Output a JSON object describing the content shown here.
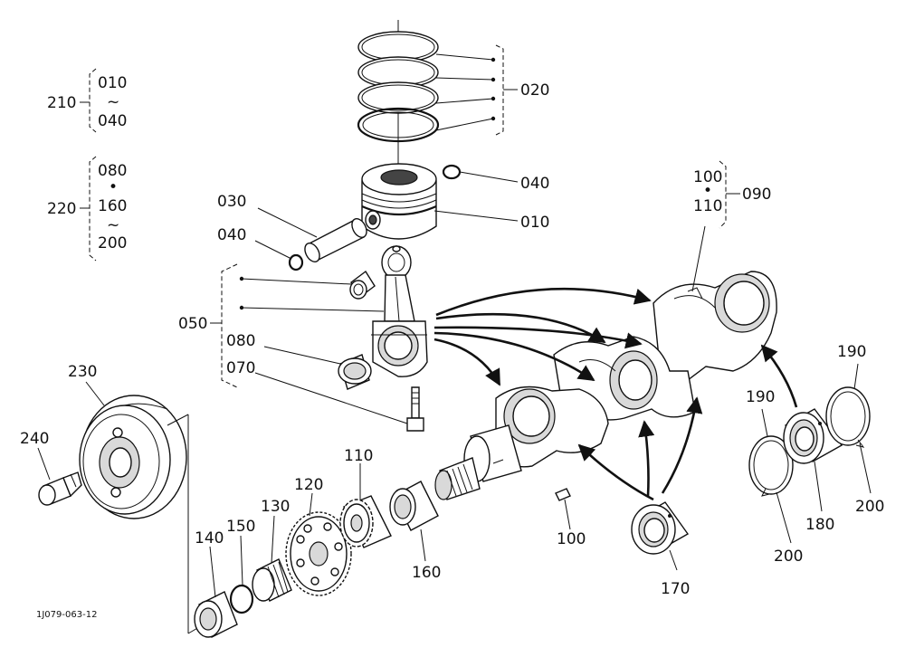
{
  "labels": {
    "l010": "010",
    "l020": "020",
    "l030": "030",
    "l040a": "040",
    "l040b": "040",
    "l050": "050",
    "l070": "070",
    "l080": "080",
    "l090": "090",
    "l100": "100",
    "l110": "110",
    "l120": "120",
    "l130": "130",
    "l140": "140",
    "l150": "150",
    "l160": "160",
    "l170": "170",
    "l180": "180",
    "l190a": "190",
    "l190b": "190",
    "l200a": "200",
    "l200b": "200",
    "l230": "230",
    "l240": "240"
  },
  "groups": {
    "g210": {
      "label": "210",
      "from": "010",
      "tilde": "~",
      "to": "040"
    },
    "g220": {
      "label": "220",
      "a": "080",
      "dot": "•",
      "b": "160",
      "tilde": "~",
      "c": "200"
    },
    "g090": {
      "label": "090",
      "a": "100",
      "dot": "•",
      "b": "110"
    }
  },
  "figure_code": "1J079-063-12"
}
